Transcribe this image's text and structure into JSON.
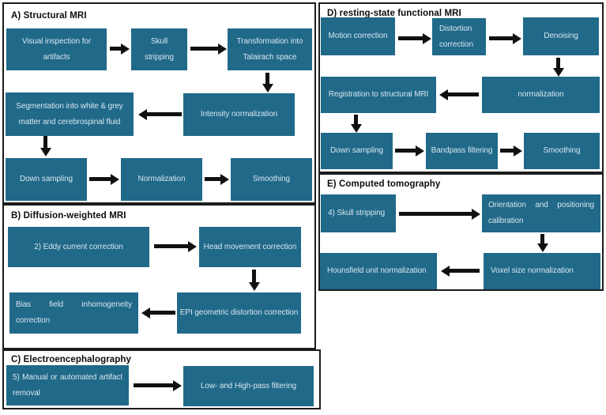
{
  "colors": {
    "box_fill": "#206989",
    "box_text": "#d9e6ef",
    "panel_border": "#1c1c1c",
    "arrow": "#111111",
    "background": "#ffffff"
  },
  "panels": {
    "A": {
      "title": "A) Structural MRI",
      "boxes": {
        "a1": {
          "label": "Visual inspection for artifacts",
          "lines": [
            "Visual inspection for",
            "artifacts"
          ]
        },
        "a2": {
          "label": "Skull stripping",
          "lines": [
            "Skull",
            "stripping"
          ]
        },
        "a3": {
          "label": "Transformation into Talairach space",
          "lines": [
            "Transformation into",
            "Talairach space"
          ]
        },
        "a4": {
          "label": "Intensity normalization",
          "lines": [
            "Intensity normalization"
          ]
        },
        "a5": {
          "label": "Segmentation into white & grey matter and cerebrospinal fluid",
          "lines": [
            "Segmentation into white & grey",
            "matter and cerebrospinal fluid"
          ]
        },
        "a6": {
          "label": "Down sampling",
          "lines": [
            "Down sampling"
          ]
        },
        "a7": {
          "label": "Normalization",
          "lines": [
            "Normalization"
          ]
        },
        "a8": {
          "label": "Smoothing",
          "lines": [
            "Smoothing"
          ]
        }
      },
      "connections": [
        [
          "a1",
          "a2"
        ],
        [
          "a2",
          "a3"
        ],
        [
          "a3",
          "a4"
        ],
        [
          "a4",
          "a5"
        ],
        [
          "a5",
          "a6"
        ],
        [
          "a6",
          "a7"
        ],
        [
          "a7",
          "a8"
        ]
      ]
    },
    "B": {
      "title": "B) Diffusion-weighted MRI",
      "boxes": {
        "b1": {
          "label": "2) Eddy current correction",
          "lines": [
            "2) Eddy current correction"
          ]
        },
        "b2": {
          "label": "Head movement correction",
          "lines": [
            "Head movement correction"
          ]
        },
        "b3": {
          "label": "EPI geometric distortion correction",
          "lines": [
            "EPI geometric distortion correction"
          ]
        },
        "b4": {
          "label": "Bias field inhomogeneity correction",
          "lines": [
            "Bias field inhomogeneity",
            "correction"
          ]
        }
      },
      "connections": [
        [
          "b1",
          "b2"
        ],
        [
          "b2",
          "b3"
        ],
        [
          "b3",
          "b4"
        ]
      ]
    },
    "C": {
      "title": "C) Electroencephalography",
      "boxes": {
        "c1": {
          "label": "5) Manual or automated artifact removal",
          "lines": [
            "5) Manual or automated artifact",
            "removal"
          ]
        },
        "c2": {
          "label": "Low- and High-pass filtering",
          "lines": [
            "Low- and High-pass filtering"
          ]
        }
      },
      "connections": [
        [
          "c1",
          "c2"
        ]
      ]
    },
    "D": {
      "title": "D) resting-state functional MRI",
      "boxes": {
        "d1": {
          "label": "Motion correction",
          "lines": [
            "Motion correction"
          ]
        },
        "d2": {
          "label": "Distortion correction",
          "lines": [
            "Distortion",
            "correction"
          ]
        },
        "d3": {
          "label": "Denoising",
          "lines": [
            "Denoising"
          ]
        },
        "d4": {
          "label": "normalization",
          "lines": [
            "normalization"
          ]
        },
        "d5": {
          "label": "Registration to structural MRI",
          "lines": [
            "Registration to structural MRI"
          ]
        },
        "d6": {
          "label": "Down sampling",
          "lines": [
            "Down sampling"
          ]
        },
        "d7": {
          "label": "Bandpass filtering",
          "lines": [
            "Bandpass filtering"
          ]
        },
        "d8": {
          "label": "Smoothing",
          "lines": [
            "Smoothing"
          ]
        }
      },
      "connections": [
        [
          "d1",
          "d2"
        ],
        [
          "d2",
          "d3"
        ],
        [
          "d3",
          "d4"
        ],
        [
          "d4",
          "d5"
        ],
        [
          "d5",
          "d6"
        ],
        [
          "d6",
          "d7"
        ],
        [
          "d7",
          "d8"
        ]
      ]
    },
    "E": {
      "title": "E) Computed tomography",
      "boxes": {
        "e1": {
          "label": "4) Skull stripping",
          "lines": [
            "4) Skull stripping"
          ]
        },
        "e2": {
          "label": "Orientation and positioning calibration",
          "lines": [
            "Orientation and positioning",
            "calibration"
          ]
        },
        "e3": {
          "label": "Voxel size normalization",
          "lines": [
            "Voxel size normalization"
          ]
        },
        "e4": {
          "label": "Hounsfield unit normalization",
          "lines": [
            "Hounsfield unit normalization"
          ]
        }
      },
      "connections": [
        [
          "e1",
          "e2"
        ],
        [
          "e2",
          "e3"
        ],
        [
          "e3",
          "e4"
        ]
      ]
    }
  }
}
